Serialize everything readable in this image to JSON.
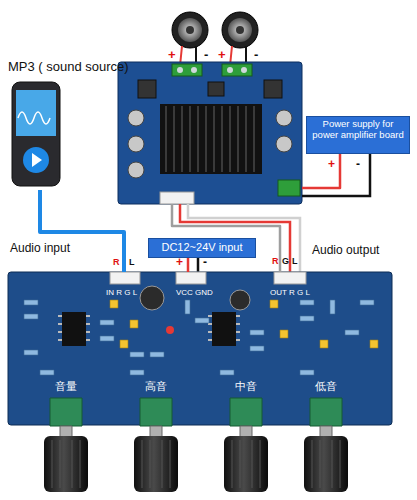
{
  "diagram": {
    "nodes": [
      {
        "text": [
          "MP3 ( sound source)"
        ]
      },
      {
        "text": [
          "+",
          "-",
          "+",
          "-"
        ]
      },
      {
        "text": [
          "Power supply for power amplifier board"
        ]
      },
      {
        "text": [
          "DC12~24V input"
        ]
      },
      {
        "text": [
          "IN R G L",
          "VCC GND",
          "OUT R G L",
          "音量",
          "高音",
          "中音",
          "低音"
        ]
      }
    ],
    "edges": [
      {
        "from": 0,
        "to": 4,
        "arrow": "none"
      },
      {
        "from": 4,
        "to": 1,
        "arrow": "none"
      },
      {
        "from": 2,
        "to": 1,
        "arrow": "none"
      },
      {
        "from": 3,
        "to": 4,
        "arrow": "none"
      }
    ],
    "labels": [
      "Audio input",
      "R",
      "L",
      "+",
      "-",
      "R",
      "G",
      "L",
      "Audio output",
      "+",
      "-"
    ]
  }
}
